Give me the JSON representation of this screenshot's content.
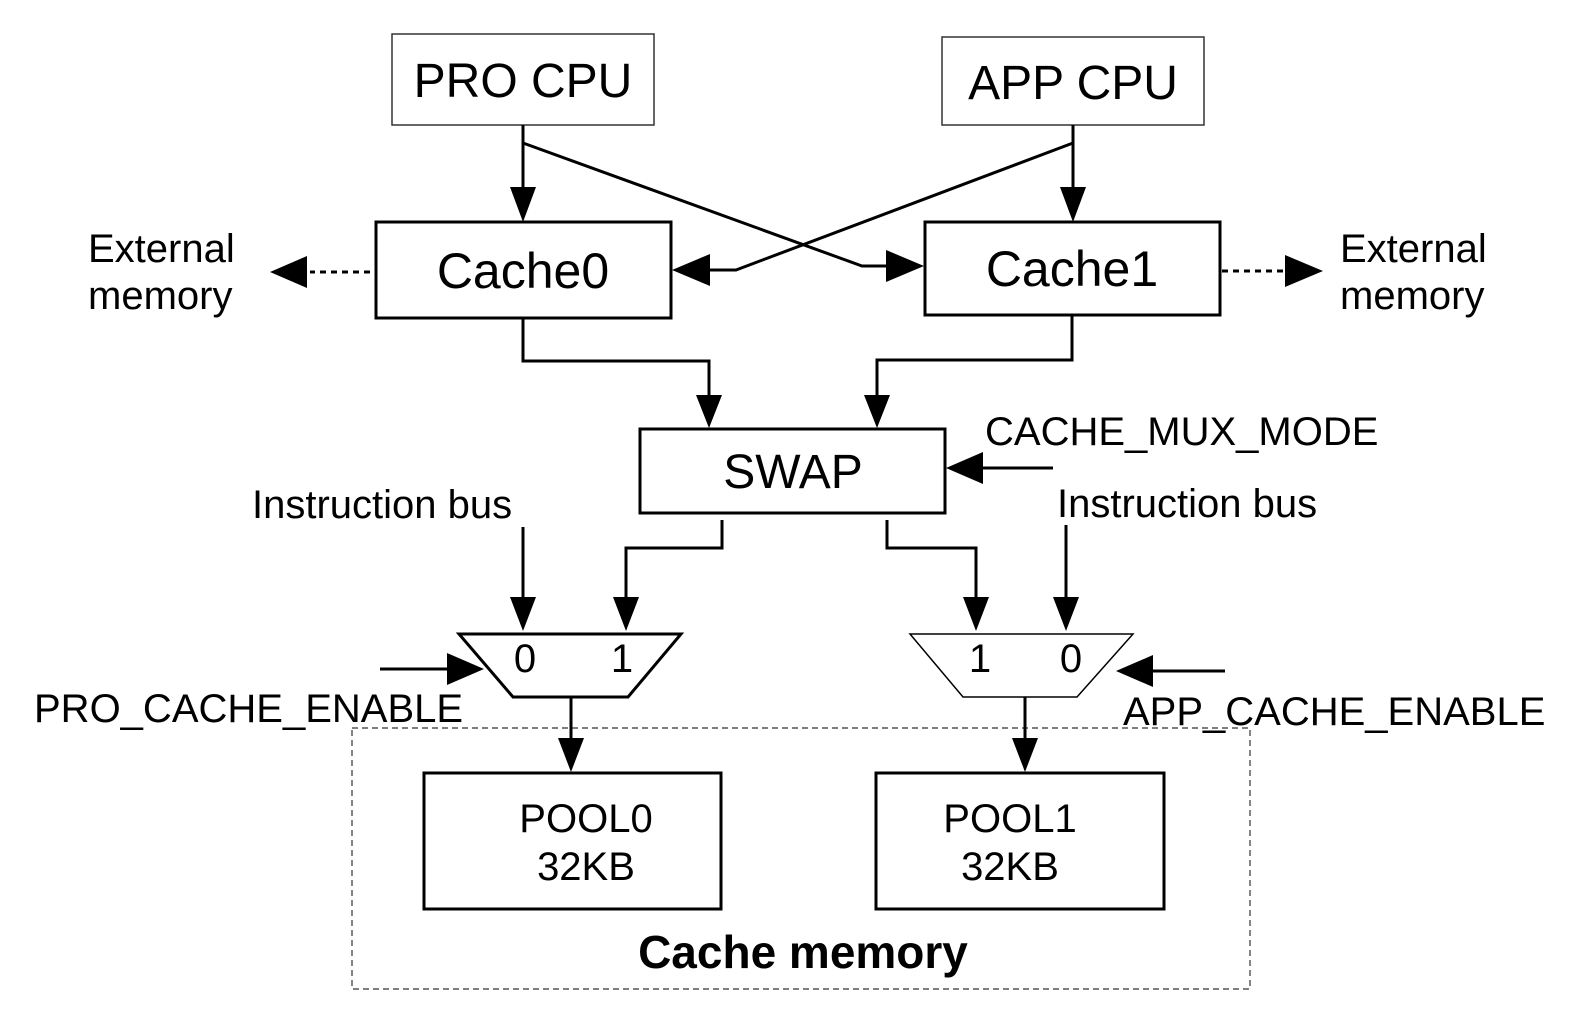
{
  "diagram": {
    "cpus": {
      "pro": "PRO CPU",
      "app": "APP CPU"
    },
    "caches": {
      "cache0": "Cache0",
      "cache1": "Cache1"
    },
    "external_memory": {
      "left": [
        "External",
        "memory"
      ],
      "right": [
        "External",
        "memory"
      ]
    },
    "swap": {
      "label": "SWAP",
      "control": "CACHE_MUX_MODE"
    },
    "instruction_bus": {
      "left": "Instruction bus",
      "right": "Instruction bus"
    },
    "mux_left": {
      "inputs": [
        "0",
        "1"
      ],
      "control": "PRO_CACHE_ENABLE"
    },
    "mux_right": {
      "inputs": [
        "1",
        "0"
      ],
      "control": "APP_CACHE_ENABLE"
    },
    "pools": [
      {
        "name": "POOL0",
        "size": "32KB"
      },
      {
        "name": "POOL1",
        "size": "32KB"
      }
    ],
    "cache_memory_title": "Cache memory"
  }
}
